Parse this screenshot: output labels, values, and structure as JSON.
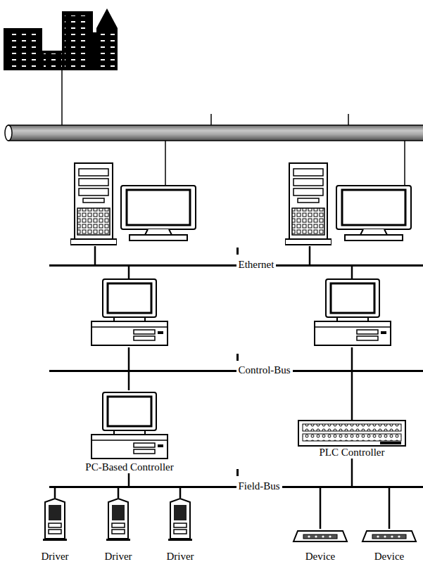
{
  "diagram": {
    "nodes": [
      {
        "text": [
          "Ethernet"
        ]
      },
      {
        "text": [
          "Control-Bus"
        ]
      },
      {
        "text": [
          "PC-Based Controller"
        ]
      },
      {
        "text": [
          "PLC Controller"
        ]
      },
      {
        "text": [
          "Field-Bus"
        ]
      },
      {
        "text": [
          "Driver"
        ]
      },
      {
        "text": [
          "Driver"
        ]
      },
      {
        "text": [
          "Driver"
        ]
      },
      {
        "text": [
          "Device"
        ]
      },
      {
        "text": [
          "Device"
        ]
      }
    ],
    "edges": [
      {
        "from": 1,
        "to": 2,
        "arrow": "none"
      },
      {
        "from": 1,
        "to": 3,
        "arrow": "none"
      },
      {
        "from": 2,
        "to": 4,
        "arrow": "none"
      },
      {
        "from": 3,
        "to": 4,
        "arrow": "none"
      },
      {
        "from": 4,
        "to": 5,
        "arrow": "none"
      },
      {
        "from": 4,
        "to": 6,
        "arrow": "none"
      },
      {
        "from": 4,
        "to": 7,
        "arrow": "none"
      },
      {
        "from": 4,
        "to": 8,
        "arrow": "none"
      },
      {
        "from": 4,
        "to": 9,
        "arrow": "none"
      }
    ]
  }
}
